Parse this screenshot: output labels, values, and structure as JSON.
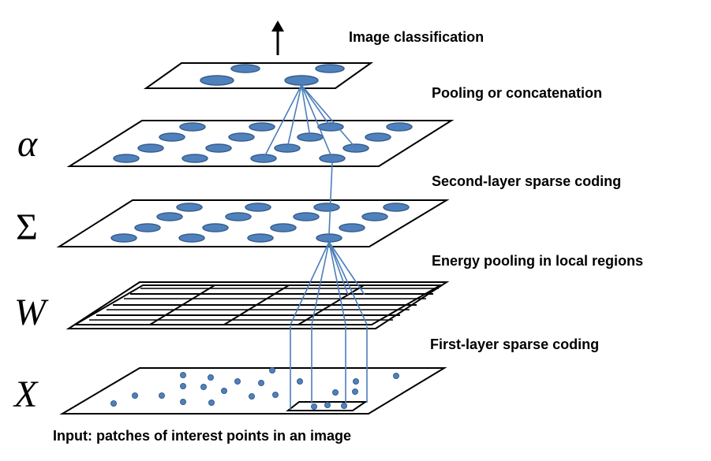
{
  "labels": {
    "top": "Image classification",
    "pooling": "Pooling or concatenation",
    "second": "Second-layer sparse coding",
    "energy": "Energy pooling in local regions",
    "first": "First-layer sparse coding",
    "input": "Input: patches of interest points in an image"
  },
  "symbols": {
    "alpha": "α",
    "sigma": "Σ",
    "w": "W",
    "x": "X"
  },
  "colors": {
    "node_fill": "#4f81bd",
    "node_stroke": "#385d8a",
    "connection": "#4a7ebb"
  }
}
